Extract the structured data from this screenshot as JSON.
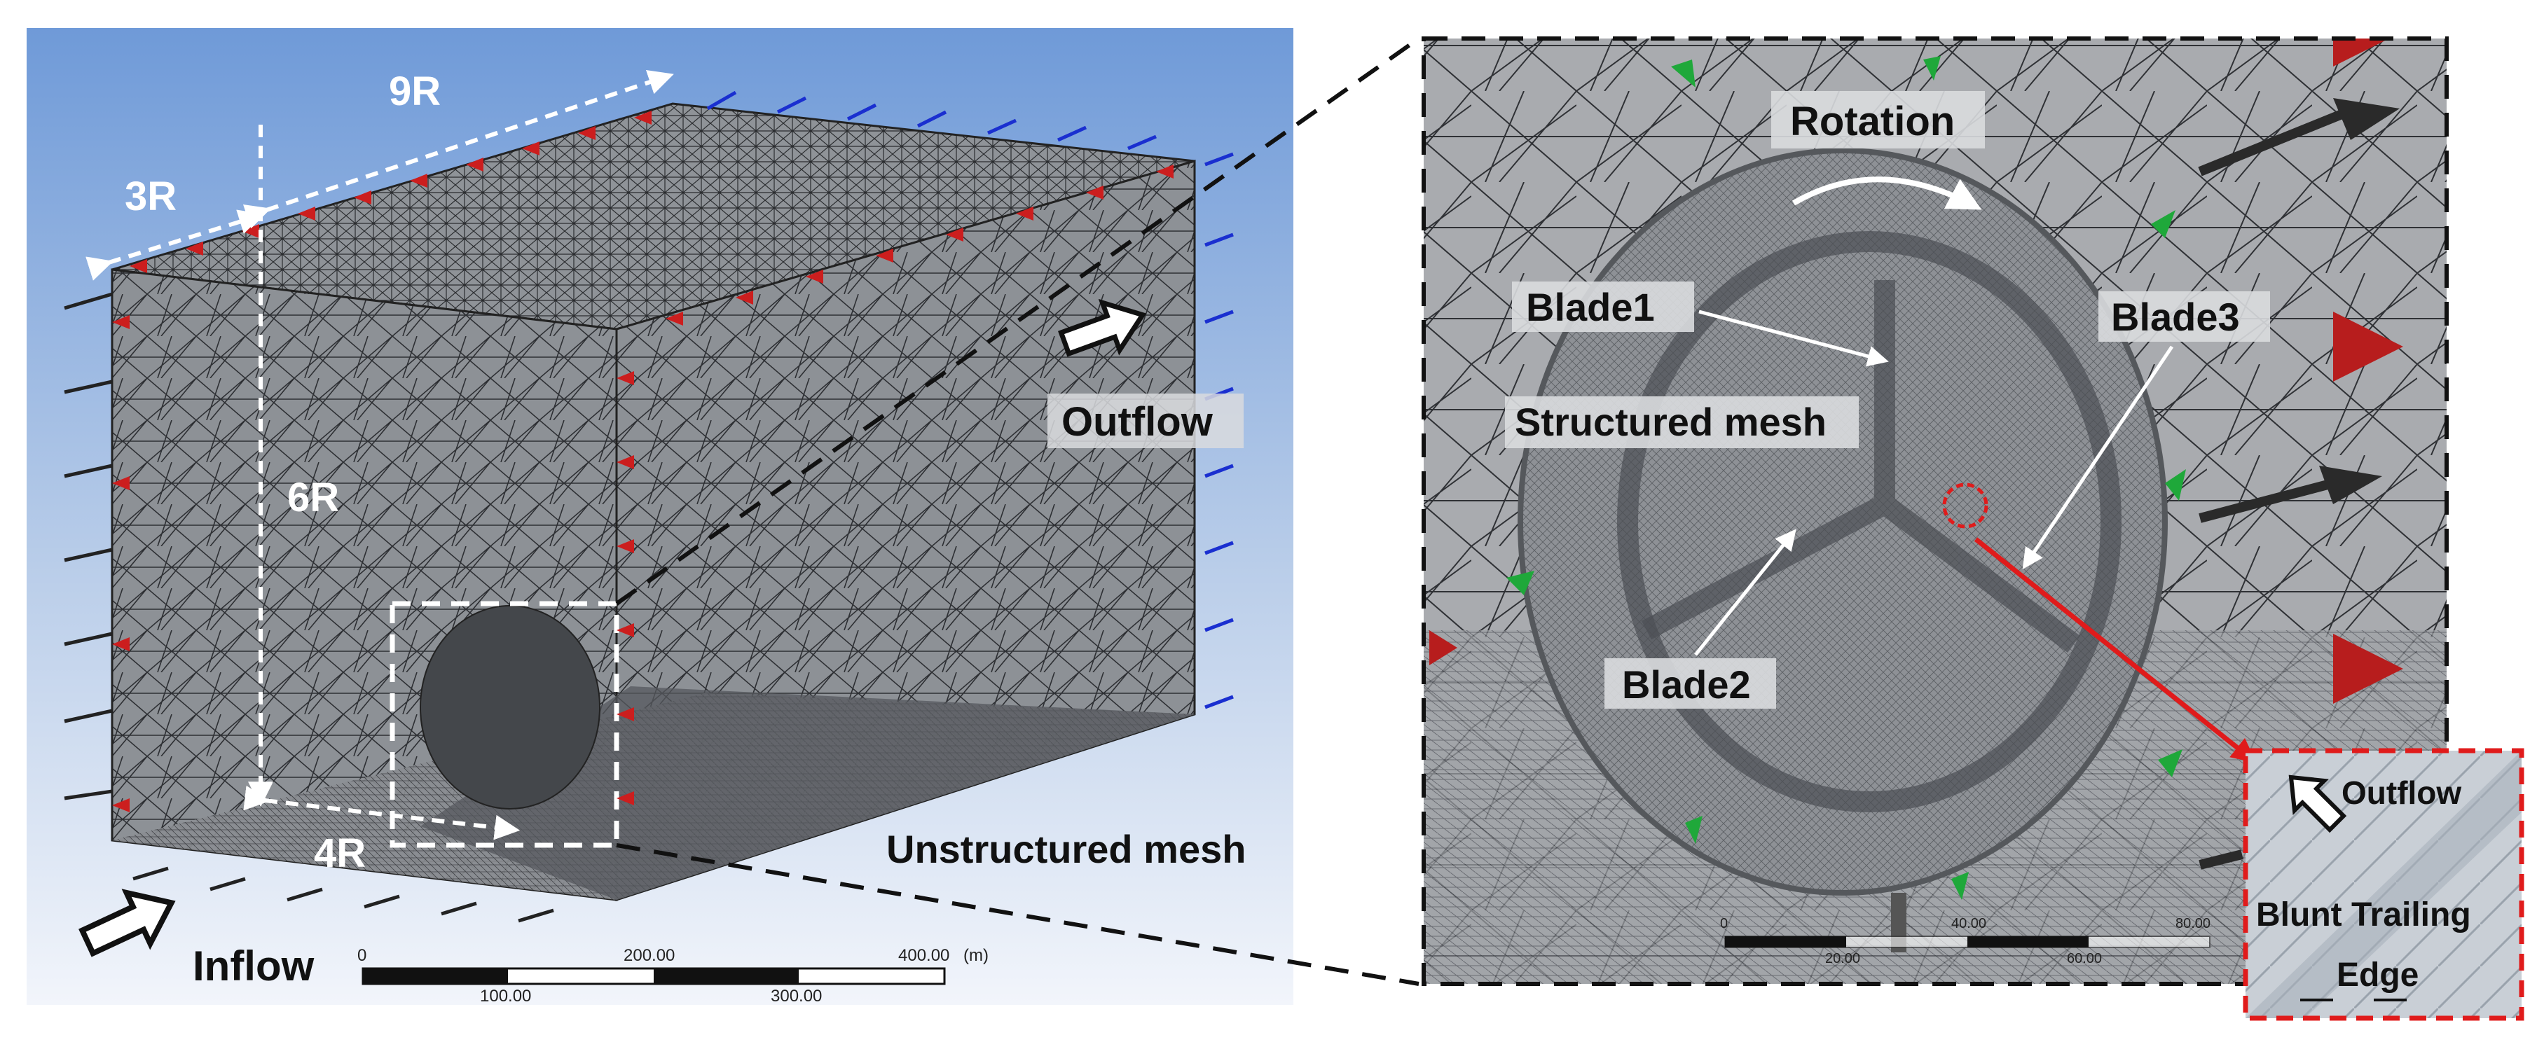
{
  "left_panel": {
    "dimensions": {
      "width_top": "9R",
      "depth": "3R",
      "height": "6R",
      "bottom": "4R"
    },
    "labels": {
      "outflow": "Outflow",
      "inflow": "Inflow",
      "unstructured": "Unstructured mesh"
    },
    "scale_bar": {
      "top_ticks": [
        "0",
        "200.00",
        "400.00"
      ],
      "unit": "(m)",
      "bottom_ticks": [
        "100.00",
        "300.00"
      ]
    }
  },
  "right_panel": {
    "labels": {
      "rotation": "Rotation",
      "blade1": "Blade1",
      "blade2": "Blade2",
      "blade3": "Blade3",
      "structured": "Structured mesh"
    },
    "scale_bar": {
      "top_ticks": [
        "0",
        "40.00",
        "80.00"
      ],
      "bottom_ticks": [
        "20.00",
        "60.00"
      ]
    }
  },
  "inset": {
    "outflow": "Outflow",
    "blunt_line1": "Blunt Trailing",
    "blunt_line2": "Edge"
  },
  "colors": {
    "sky_top": "#6f9ad8",
    "mesh_face": "#8a8e93",
    "inlet_arrow": "#cc1e1e",
    "outlet_arrow": "#1a2fd0",
    "bc_marker": "#1fa83a",
    "trailing_highlight": "#e01b1b"
  }
}
